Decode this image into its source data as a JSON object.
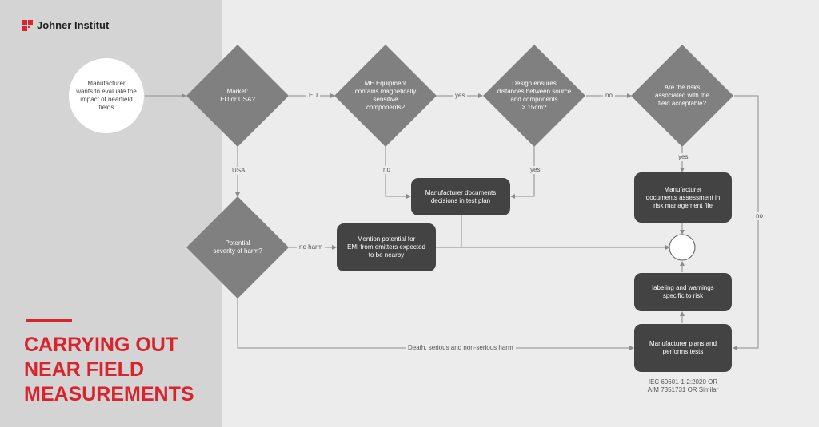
{
  "brand": {
    "logo_text": "Johner Institut",
    "accent": "#d9232d"
  },
  "title_lines": [
    "CARRYING OUT",
    "NEAR FIELD",
    "MEASUREMENTS"
  ],
  "nodes": {
    "start": "Manufacturer\nwants to evaluate the\nimpact of nearfield\nfields",
    "market": "Market:\nEU or USA?",
    "me_equipment": "ME Equipment\ncontains magnetically\nsensitive\ncomponents?",
    "design_distance": "Design ensures\ndistances between source\nand components\n> 15cm?",
    "risks_acceptable": "Are the risks\nassociated with the\nfield acceptable?",
    "severity": "Potential\nseverity of harm?",
    "documents_test_plan": "Manufacturer documents\ndecisions in test plan",
    "mention_emi": "Mention potential for\nEMI from emitters expected\nto be nearby",
    "documents_risk_file": "Manufacturer\ndocuments assessment in\nrisk management file",
    "labeling": "labeling and warnings\nspecific to risk",
    "plans_tests": "Manufacturer plans and\nperforms tests",
    "standards_note": "IEC 60601-1-2:2020 OR\nAIM 7351731 OR Similar"
  },
  "edge_labels": {
    "eu": "EU",
    "usa": "USA",
    "yes_me": "yes",
    "no_me": "no",
    "no_design": "no",
    "yes_design": "yes",
    "yes_risks": "yes",
    "no_risks": "no",
    "no_harm": "no harm",
    "death_harm": "Death, serious and non-serious harm"
  },
  "colors": {
    "diamond": "#808080",
    "dark_box": "#434343",
    "line": "#8c8c8c",
    "start_circle": "#ffffff",
    "left_panel": "#d4d4d4",
    "right_panel": "#ececec"
  }
}
